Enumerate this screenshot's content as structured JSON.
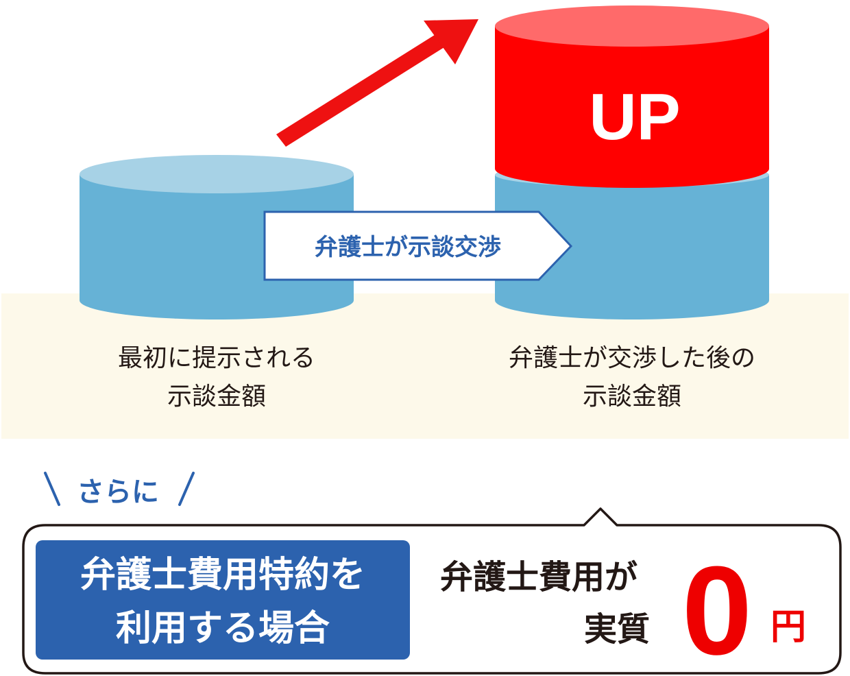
{
  "colors": {
    "background_band": "#fdf9ea",
    "cylinder_blue_body": "#66b2d6",
    "cylinder_blue_top": "#a7d2e6",
    "cylinder_red_body": "#ff0000",
    "cylinder_red_top": "#ff6a6a",
    "arrow_red": "#ee1111",
    "label_blue": "#2c62ae",
    "text_dark": "#231815",
    "zero_red": "#ee0000",
    "white": "#ffffff"
  },
  "negotiation_arrow": {
    "label": "弁護士が示談交渉"
  },
  "cylinder_after": {
    "label": "UP"
  },
  "captions": {
    "before": [
      "最初に提示される",
      "示談金額"
    ],
    "after": [
      "弁護士が交渉した後の",
      "示談金額"
    ]
  },
  "furthermore": {
    "label": "さらに",
    "left_slash": "＼",
    "right_slash": "／"
  },
  "special_clause": {
    "box_lines": [
      "弁護士費用特約を",
      "利用する場合"
    ],
    "result_line1": "弁護士費用が",
    "result_line2": "実質",
    "amount": "0",
    "unit": "円"
  }
}
